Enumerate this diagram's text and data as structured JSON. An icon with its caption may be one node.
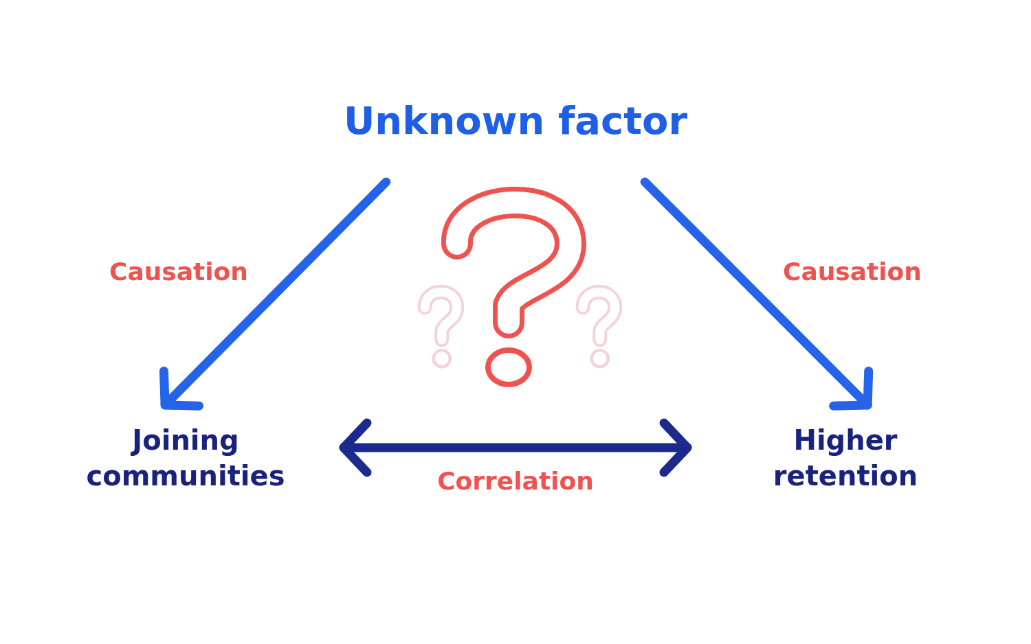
{
  "diagram": {
    "nodes": [
      {
        "text": [
          "Unknown factor"
        ]
      },
      {
        "text": [
          "Joining communities"
        ]
      },
      {
        "text": [
          "Higher retention"
        ]
      }
    ],
    "edges": [
      {
        "from": 0,
        "to": 1,
        "arrow": "to",
        "label": "Causation"
      },
      {
        "from": 0,
        "to": 2,
        "arrow": "to",
        "label": "Causation"
      },
      {
        "from": 1,
        "to": 2,
        "arrow": "both",
        "label": "Correlation",
        "color": "#1b2a8c"
      }
    ]
  }
}
